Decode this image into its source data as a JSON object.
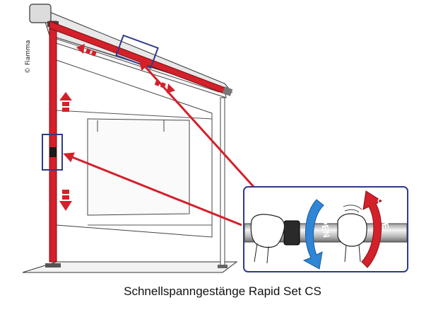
{
  "copyright": "© Fiamma",
  "caption": "Schnellspanngestänge Rapid Set CS",
  "detail": {
    "open_label": "OPEN",
    "close_label": "CLOSE"
  },
  "colors": {
    "rafter_red": "#d4202a",
    "callout_blue": "#2e3a8c",
    "open_arrow": "#2f86d6",
    "close_arrow": "#d4202a",
    "outline": "#333333",
    "awning_fill": "#e6e6e6"
  }
}
